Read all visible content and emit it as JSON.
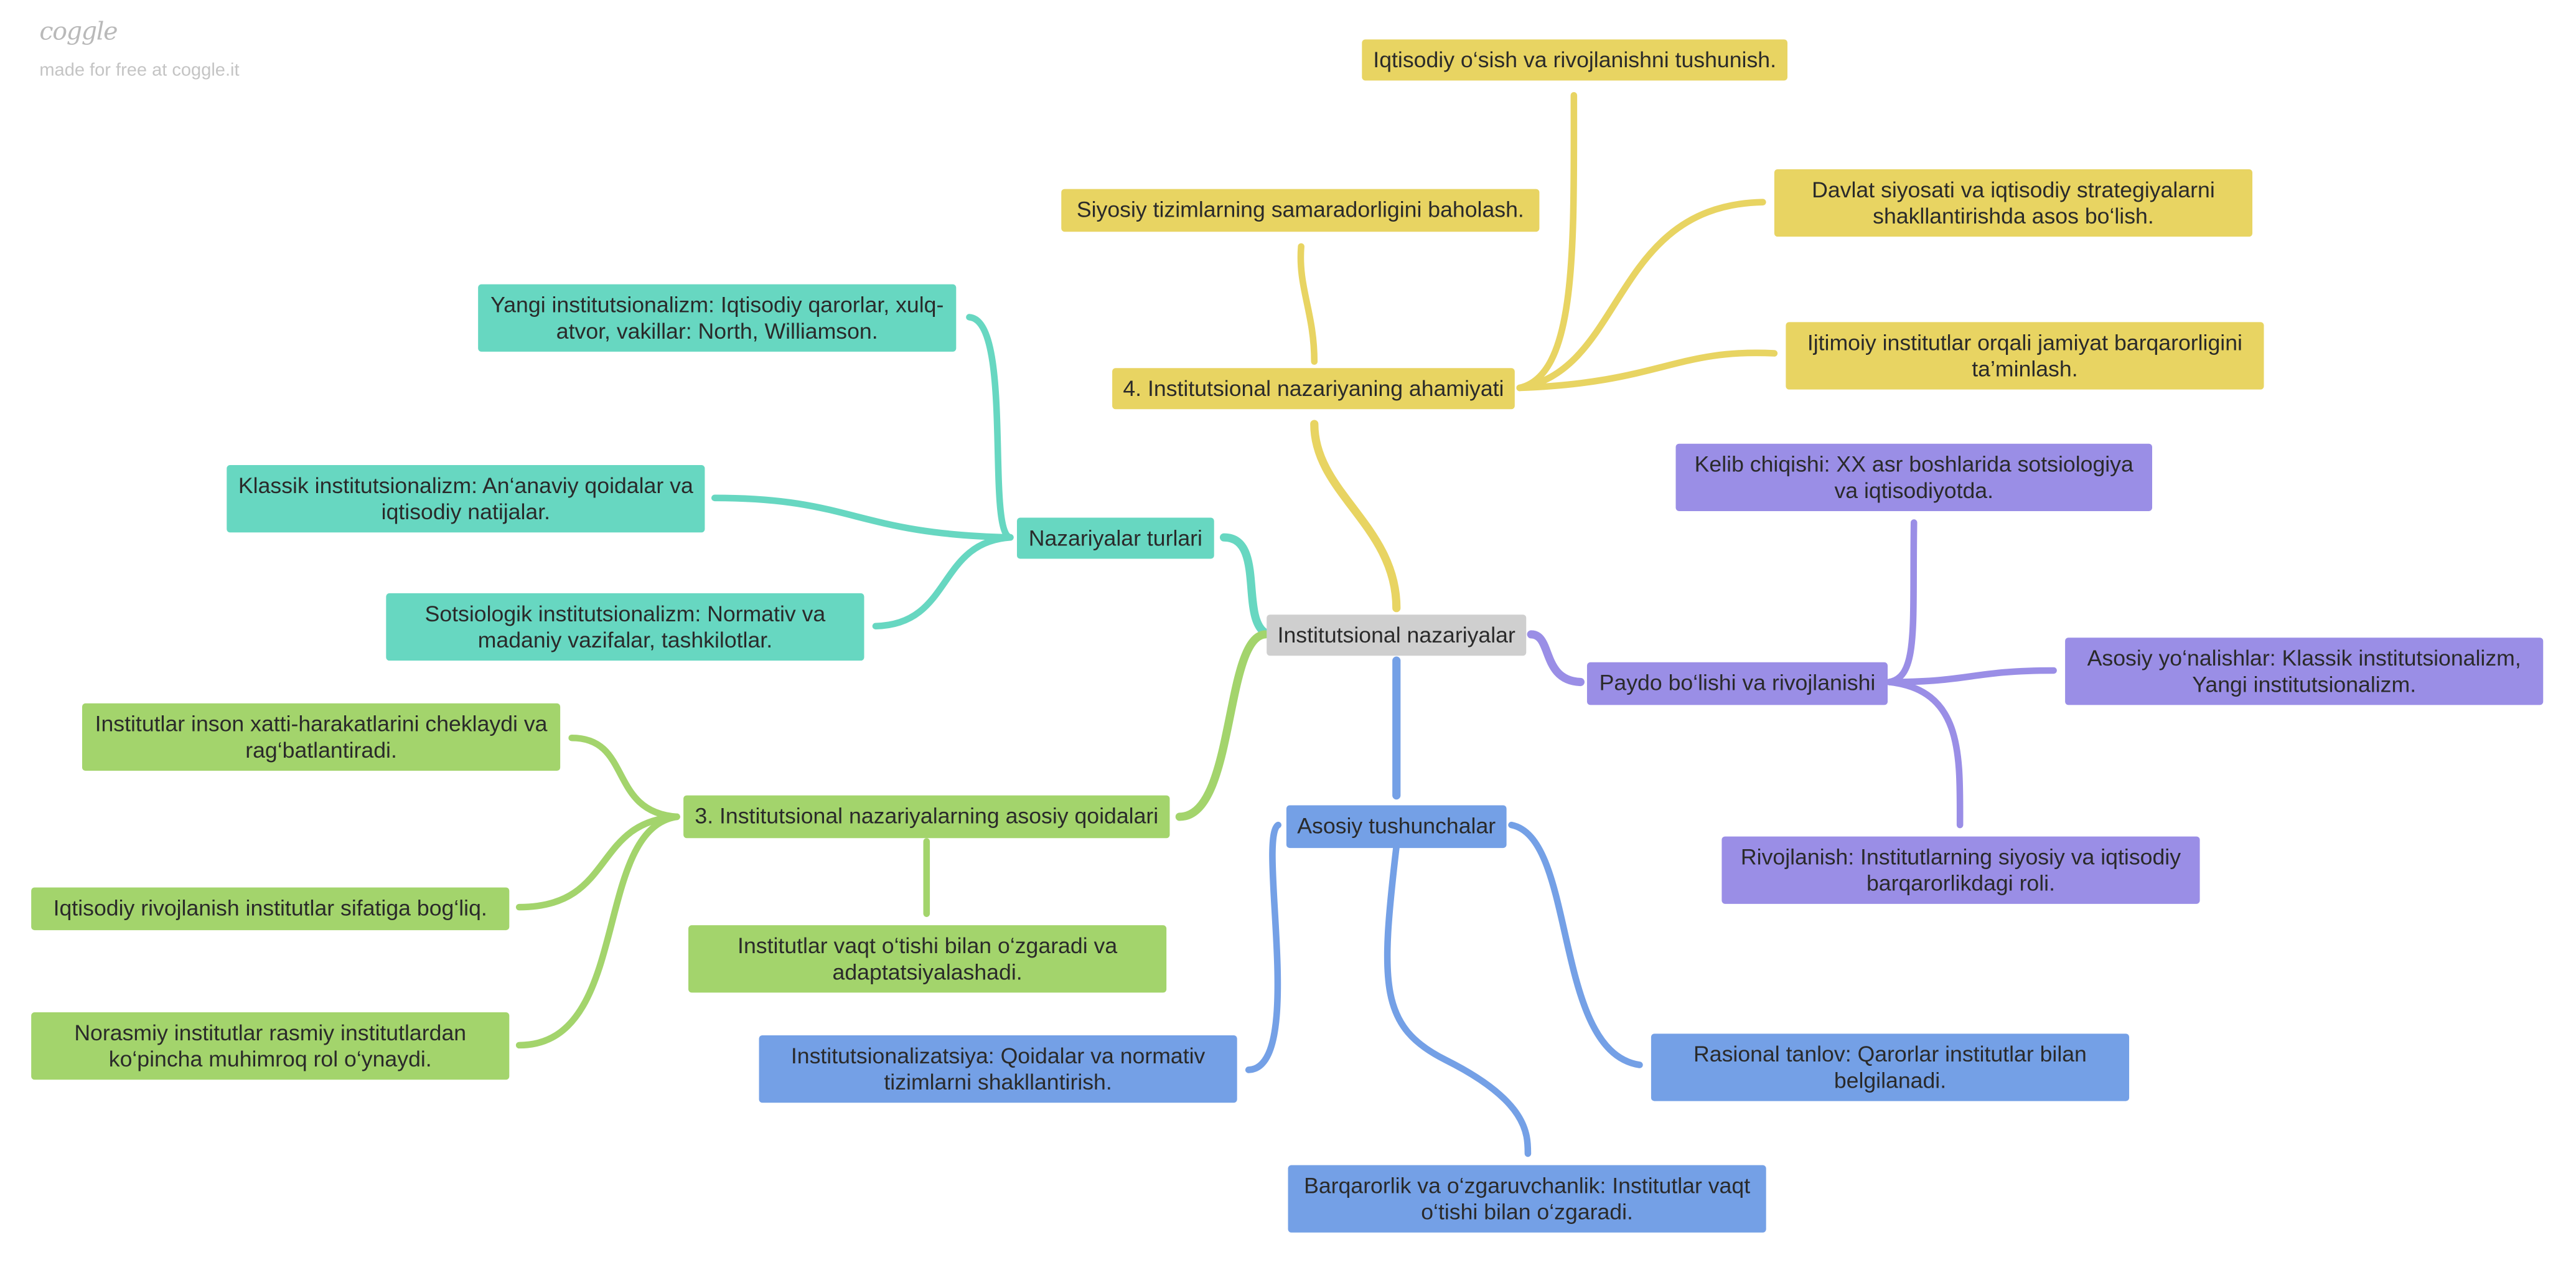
{
  "branding": {
    "logo": "coggle",
    "tagline": "made for free at coggle.it"
  },
  "colors": {
    "root": "#cfcfcf",
    "yellow": "#e8d462",
    "teal": "#67d7c1",
    "purple": "#9a8ee6",
    "green": "#a3d46c",
    "blue": "#74a0e6"
  },
  "mindmap": {
    "root": "Institutsional nazariyalar",
    "ahamiyati": {
      "title": "4. Institutsional nazariyaning ahamiyati",
      "items": [
        "Iqtisodiy o‘sish va rivojlanishni tushunish.",
        "Siyosiy tizimlarning samaradorligini baholash.",
        "Davlat siyosati va iqtisodiy strategiyalarni shakllantirishda asos bo‘lish.",
        "Ijtimoiy institutlar orqali jamiyat barqarorligini ta’minlash."
      ]
    },
    "turlari": {
      "title": "Nazariyalar turlari",
      "items": [
        "Yangi institutsionalizm: Iqtisodiy qarorlar, xulq-atvor, vakillar: North, Williamson.",
        "Klassik institutsionalizm: An‘anaviy qoidalar va iqtisodiy natijalar.",
        "Sotsiologik institutsionalizm: Normativ va madaniy vazifalar, tashkilotlar."
      ]
    },
    "paydo": {
      "title": "Paydo bo‘lishi va rivojlanishi",
      "items": [
        "Kelib chiqishi: XX asr boshlarida sotsiologiya va iqtisodiyotda.",
        "Asosiy yo‘nalishlar: Klassik institutsionalizm, Yangi institutsionalizm.",
        "Rivojlanish: Institutlarning siyosiy va iqtisodiy barqarorlikdagi roli."
      ]
    },
    "qoidalari": {
      "title": "3. Institutsional nazariyalarning asosiy qoidalari",
      "items": [
        "Institutlar inson xatti-harakatlarini cheklaydi va rag‘batlantiradi.",
        "Iqtisodiy rivojlanish institutlar sifatiga bog‘liq.",
        "Norasmiy institutlar rasmiy institutlardan ko‘pincha muhimroq rol o‘ynaydi.",
        "Institutlar vaqt o‘tishi bilan o‘zgaradi va adaptatsiyalashadi."
      ]
    },
    "tushunchalar": {
      "title": "Asosiy tushunchalar",
      "items": [
        "Institutsionalizatsiya: Qoidalar va normativ tizimlarni shakllantirish.",
        "Barqarorlik va o‘zgaruvchanlik: Institutlar vaqt o‘tishi bilan o‘zgaradi.",
        "Rasional tanlov: Qarorlar institutlar bilan belgilanadi."
      ]
    }
  }
}
